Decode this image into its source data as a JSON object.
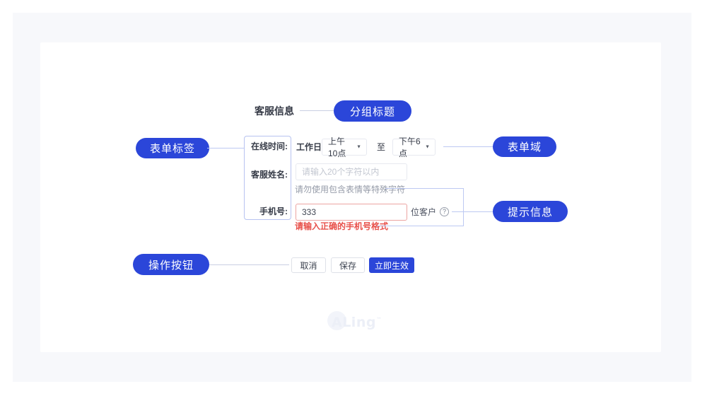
{
  "colors": {
    "accent": "#2b46d9",
    "error_text": "#e8504a",
    "error_border": "#eca4a2",
    "connector": "#bdc9f2",
    "panel_bg": "#f7f8fb"
  },
  "annotations": {
    "group_title": "分组标题",
    "form_label": "表单标签",
    "form_field": "表单域",
    "hint_info": "提示信息",
    "action_buttons": "操作按钮"
  },
  "form": {
    "section_title": "客服信息",
    "online_time": {
      "label": "在线时间:",
      "prefix": "工作日",
      "start_value": "上午10点",
      "separator": "至",
      "end_value": "下午6点",
      "caret": "▼"
    },
    "service_name": {
      "label": "客服姓名:",
      "placeholder": "请输入20个字符以内",
      "helper": "请勿使用包含表情等特殊字符"
    },
    "phone": {
      "label": "手机号:",
      "value": "333",
      "suffix": "位客户",
      "help_icon": "?",
      "error": "请输入正确的手机号格式"
    },
    "actions": {
      "cancel": "取消",
      "save": "保存",
      "submit": "立即生效"
    }
  },
  "watermark": {
    "text": "ALing",
    "mark": "™"
  }
}
